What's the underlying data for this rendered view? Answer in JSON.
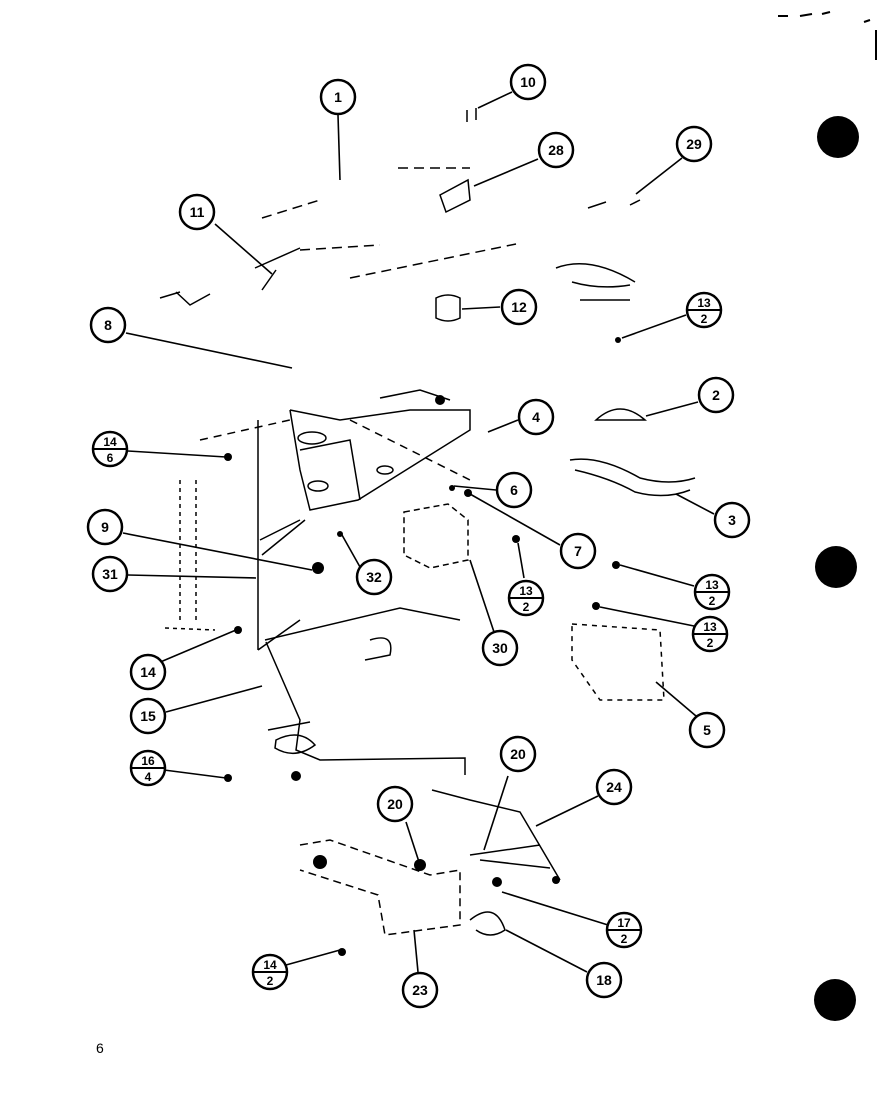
{
  "page_number": "6",
  "callouts": [
    {
      "id": "c1",
      "label": "1"
    },
    {
      "id": "c10",
      "label": "10"
    },
    {
      "id": "c28",
      "label": "28"
    },
    {
      "id": "c29",
      "label": "29"
    },
    {
      "id": "c11",
      "label": "11"
    },
    {
      "id": "c12",
      "label": "12"
    },
    {
      "id": "c8",
      "label": "8"
    },
    {
      "id": "c13a",
      "num": "13",
      "den": "2"
    },
    {
      "id": "c2",
      "label": "2"
    },
    {
      "id": "c4",
      "label": "4"
    },
    {
      "id": "c14a",
      "num": "14",
      "den": "6"
    },
    {
      "id": "c6",
      "label": "6"
    },
    {
      "id": "c3",
      "label": "3"
    },
    {
      "id": "c9",
      "label": "9"
    },
    {
      "id": "c7",
      "label": "7"
    },
    {
      "id": "c31",
      "label": "31"
    },
    {
      "id": "c32",
      "label": "32"
    },
    {
      "id": "c13b",
      "num": "13",
      "den": "2"
    },
    {
      "id": "c13c",
      "num": "13",
      "den": "2"
    },
    {
      "id": "c13d",
      "num": "13",
      "den": "2"
    },
    {
      "id": "c14",
      "label": "14"
    },
    {
      "id": "c30",
      "label": "30"
    },
    {
      "id": "c5",
      "label": "5"
    },
    {
      "id": "c15",
      "label": "15"
    },
    {
      "id": "c16",
      "num": "16",
      "den": "4"
    },
    {
      "id": "c20a",
      "label": "20"
    },
    {
      "id": "c20b",
      "label": "20"
    },
    {
      "id": "c24",
      "label": "24"
    },
    {
      "id": "c17",
      "num": "17",
      "den": "2"
    },
    {
      "id": "c18",
      "label": "18"
    },
    {
      "id": "c14b",
      "num": "14",
      "den": "2"
    },
    {
      "id": "c23",
      "label": "23"
    }
  ]
}
